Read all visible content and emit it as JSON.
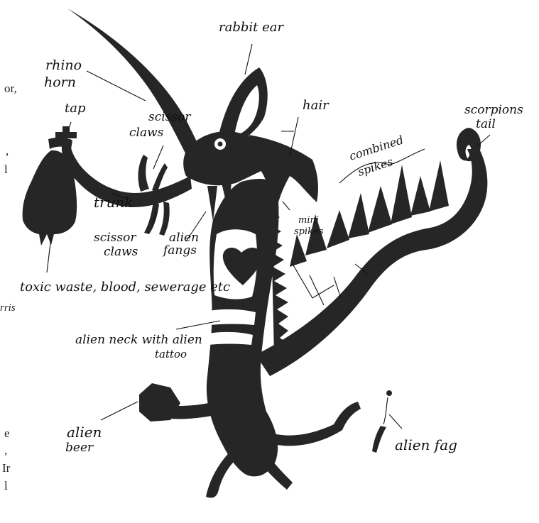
{
  "labels": {
    "rabbit_ear": "rabbit ear",
    "rhino_horn_1": "rhino",
    "rhino_horn_2": "horn",
    "tap": "tap",
    "scissor_claws_top_1": "scissor",
    "scissor_claws_top_2": "claws",
    "hair": "hair",
    "scorpions_tail_1": "scorpions",
    "scorpions_tail_2": "tail",
    "combined_spikes_1": "combined",
    "combined_spikes_2": "spikes",
    "trunk": "trunk",
    "mini_spikes_1": "mini",
    "mini_spikes_2": "spikes",
    "scissor_claws_bottom_1": "scissor",
    "scissor_claws_bottom_2": "claws",
    "alien_fangs_1": "alien",
    "alien_fangs_2": "fangs",
    "toxic_waste": "toxic waste, blood, sewerage etc",
    "alien_neck_1": "alien neck with alien",
    "alien_neck_2": "tattoo",
    "alien_beer_1": "alien",
    "alien_beer_2": "beer",
    "alien_fag": "alien fag"
  },
  "edge_text": [
    "or,",
    ",",
    "l",
    "rris",
    "e",
    ",",
    "Ir",
    "l"
  ]
}
